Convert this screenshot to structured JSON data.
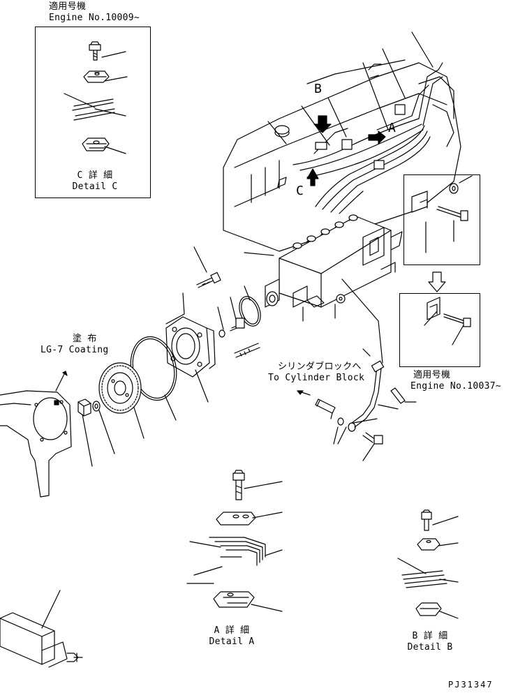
{
  "detail_c": {
    "jp_applicable": "適用号機",
    "engine_no": "Engine No.10009~",
    "jp_detail": "C 詳 細",
    "en_detail": "Detail C"
  },
  "detail_a": {
    "jp_detail": "A 詳 細",
    "en_detail": "Detail A"
  },
  "detail_b": {
    "jp_detail": "B 詳 細",
    "en_detail": "Detail B"
  },
  "right_box": {
    "jp_applicable": "適用号機",
    "engine_no": "Engine No.10037~"
  },
  "coating": {
    "jp": "塗 布",
    "en": "LG-7 Coating"
  },
  "cylinder_block": {
    "jp": "シリンダブロックへ",
    "en": "To Cylinder Block"
  },
  "view_markers": {
    "a": "A",
    "b": "B",
    "c": "C"
  },
  "figure_id": "PJ31347",
  "colors": {
    "line": "#000000",
    "background": "#ffffff"
  }
}
